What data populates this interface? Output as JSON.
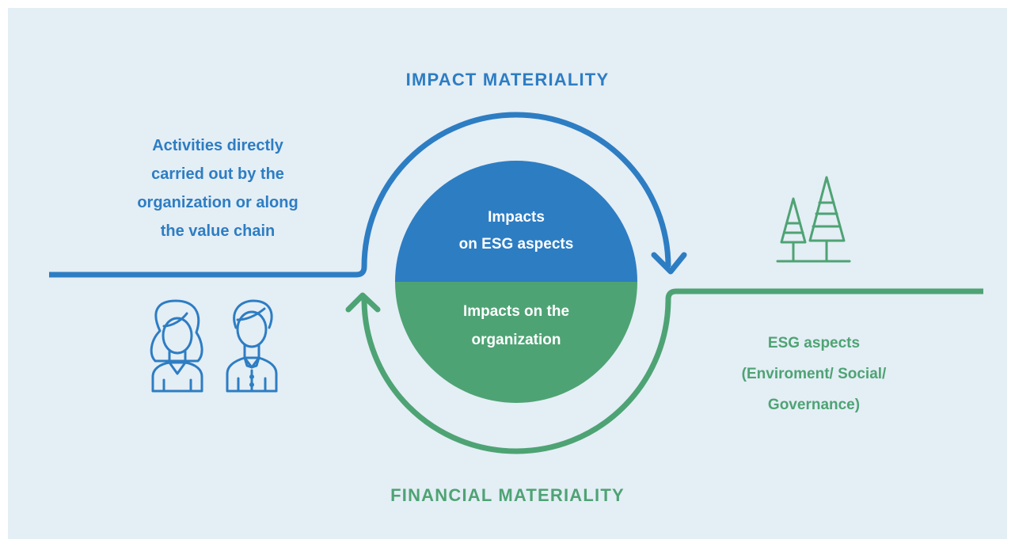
{
  "colors": {
    "background": "#e4eef5",
    "blue": "#2d7dc3",
    "green": "#4ea374"
  },
  "titles": {
    "impact": "IMPACT MATERIALITY",
    "financial": "FINANCIAL MATERIALITY"
  },
  "left_text": [
    "Activities directly",
    "carried out by the",
    "organization or along",
    "the value chain"
  ],
  "circle_top": [
    "Impacts",
    "on ESG aspects"
  ],
  "circle_bottom": [
    "Impacts on the",
    "organization"
  ],
  "right_text": [
    "ESG aspects",
    "(Enviroment/ Social/",
    "Governance)"
  ],
  "icons": {
    "left": "people-icon",
    "right": "trees-icon",
    "top_arrow": "arrow-clockwise-icon",
    "bottom_arrow": "arrow-return-icon"
  }
}
